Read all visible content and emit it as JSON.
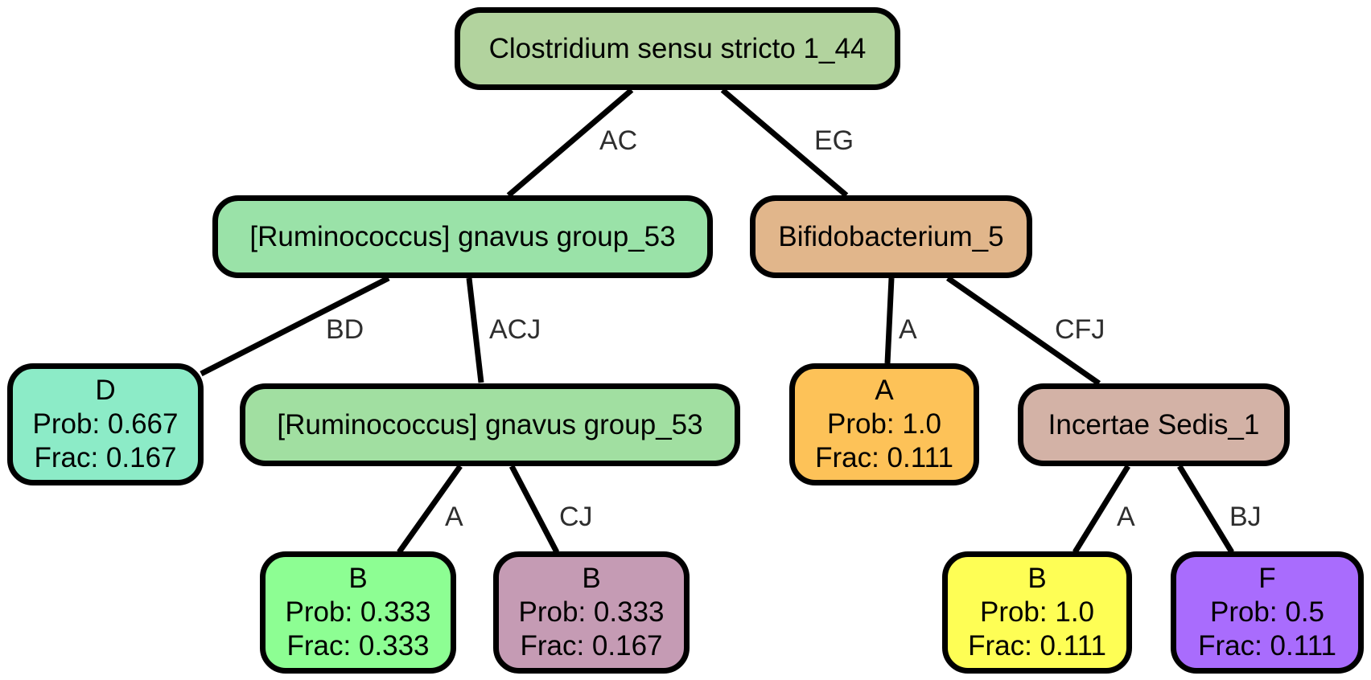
{
  "nodes": {
    "root": {
      "title": "Clostridium sensu stricto 1_44",
      "color": "#b2d39e"
    },
    "rum1": {
      "title": "[Ruminococcus] gnavus group_53",
      "color": "#9ae2a8"
    },
    "bifido": {
      "title": "Bifidobacterium_5",
      "color": "#e1b68b"
    },
    "leafD": {
      "title": "D",
      "prob": "Prob: 0.667",
      "frac": "Frac: 0.167",
      "color": "#8cebc7"
    },
    "rum2": {
      "title": "[Ruminococcus] gnavus group_53",
      "color": "#a1dfa1"
    },
    "leafA": {
      "title": "A",
      "prob": "Prob: 1.0",
      "frac": "Frac: 0.111",
      "color": "#fdc258"
    },
    "incertae": {
      "title": "Incertae Sedis_1",
      "color": "#d3b2a6"
    },
    "leafB1": {
      "title": "B",
      "prob": "Prob: 0.333",
      "frac": "Frac: 0.333",
      "color": "#8dfe93"
    },
    "leafB2": {
      "title": "B",
      "prob": "Prob: 0.333",
      "frac": "Frac: 0.167",
      "color": "#c59bb4"
    },
    "leafB3": {
      "title": "B",
      "prob": "Prob: 1.0",
      "frac": "Frac: 0.111",
      "color": "#fefe55"
    },
    "leafF": {
      "title": "F",
      "prob": "Prob: 0.5",
      "frac": "Frac: 0.111",
      "color": "#a96cfd"
    }
  },
  "edges": {
    "root_rum1": "AC",
    "root_bifido": "EG",
    "rum1_D": "BD",
    "rum1_rum2": "ACJ",
    "bifido_A": "A",
    "bifido_incertae": "CFJ",
    "rum2_B1": "A",
    "rum2_B2": "CJ",
    "incertae_B3": "A",
    "incertae_F": "BJ"
  }
}
